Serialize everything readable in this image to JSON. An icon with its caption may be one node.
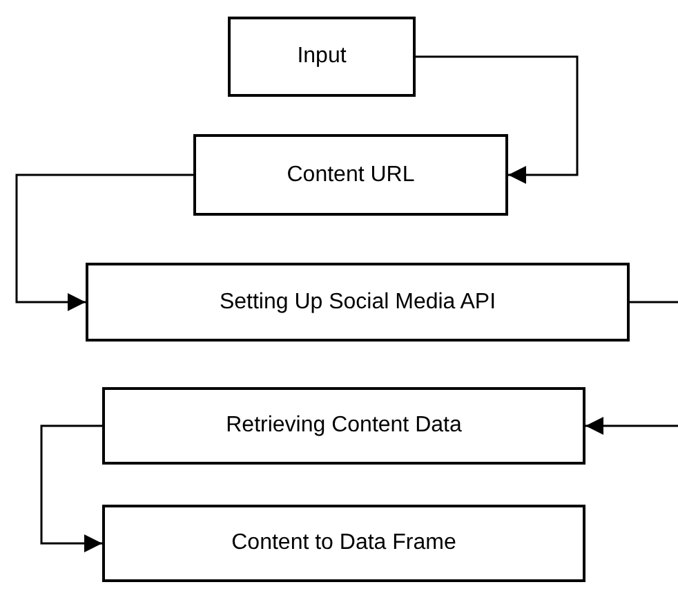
{
  "diagram": {
    "nodes": [
      {
        "text": [
          "Input"
        ]
      },
      {
        "text": [
          "Content URL"
        ]
      },
      {
        "text": [
          "Setting Up Social Media API"
        ]
      },
      {
        "text": [
          "Retrieving Content Data"
        ]
      },
      {
        "text": [
          "Content to Data Frame"
        ]
      }
    ],
    "edges": [
      {
        "from": 0,
        "to": 1,
        "arrow": "to"
      },
      {
        "from": 1,
        "to": 2,
        "arrow": "to"
      },
      {
        "from": 2,
        "to": 3,
        "arrow": "to"
      },
      {
        "from": 3,
        "to": 4,
        "arrow": "to"
      }
    ]
  }
}
